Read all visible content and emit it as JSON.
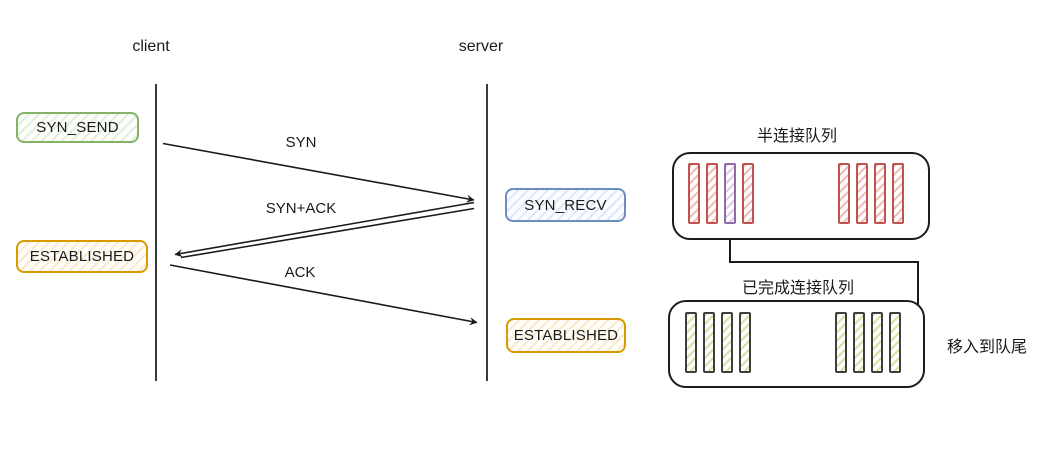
{
  "colors": {
    "green": "#82b366",
    "orange": "#d79b00",
    "blue": "#6c8ebf",
    "red": "#bf544f",
    "purple": "#8f6ba8",
    "ink": "#1c1c1c"
  },
  "lifelines": {
    "client": "client",
    "server": "server"
  },
  "states": {
    "client_syn_send": "SYN_SEND",
    "client_established": "ESTABLISHED",
    "server_syn_recv": "SYN_RECV",
    "server_established": "ESTABLISHED"
  },
  "messages": {
    "syn": "SYN",
    "syn_ack": "SYN+ACK",
    "ack": "ACK"
  },
  "queues": {
    "half_open": {
      "title": "半连接队列",
      "left_items": [
        "red",
        "red",
        "purple",
        "red"
      ],
      "right_items": [
        "red",
        "red",
        "red",
        "red"
      ]
    },
    "accepted": {
      "title": "已完成连接队列",
      "left_items": [
        "green",
        "green",
        "green",
        "green"
      ],
      "right_items": [
        "green",
        "green",
        "green",
        "green"
      ]
    },
    "move_note": "移入到队尾"
  }
}
